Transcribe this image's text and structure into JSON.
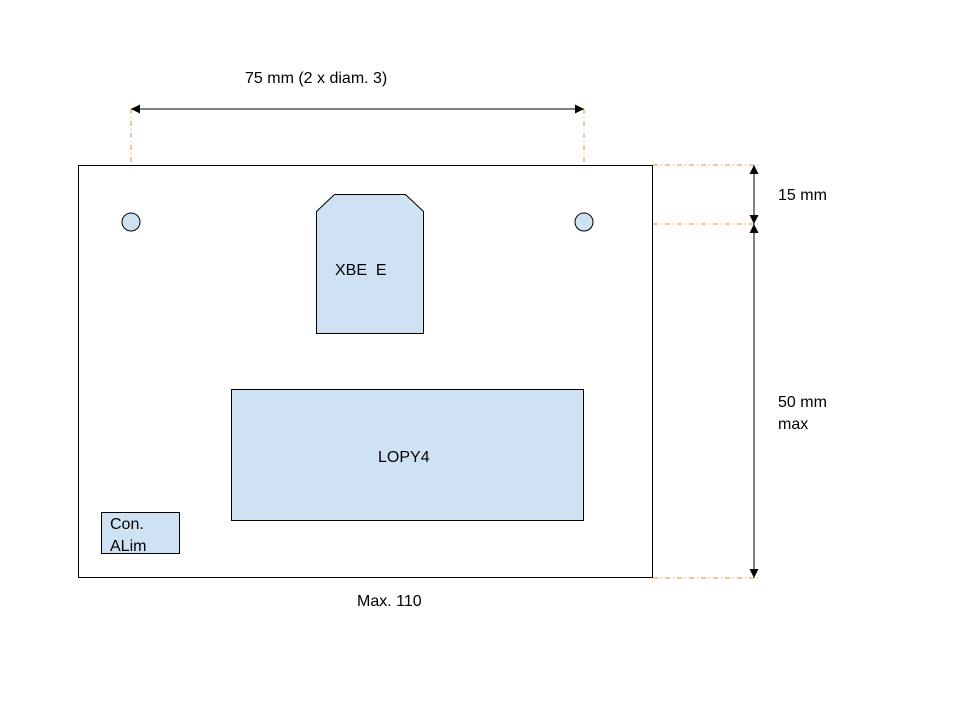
{
  "diagram": {
    "dims": {
      "hole_spacing": "75 mm (2 x diam. 3)",
      "top_offset": "15 mm",
      "height_line1": "50 mm",
      "height_line2": "max",
      "width_max": "Max. 110"
    },
    "components": {
      "xbee": "XBE  E",
      "lopy": "LOPY4",
      "connector_line1": "Con.",
      "connector_line2": "ALim"
    },
    "colors": {
      "component_fill": "#cfe2f3",
      "outline": "#000000",
      "guide_line": "#e69138"
    }
  }
}
